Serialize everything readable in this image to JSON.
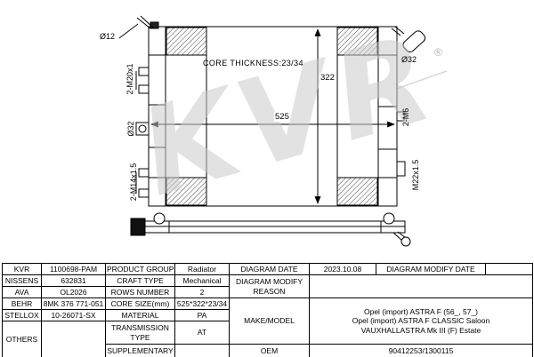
{
  "watermark": {
    "text": "KVR",
    "registered": "®"
  },
  "diagram": {
    "core_thickness": "CORE THICKNESS:23/34",
    "dim_width": "525",
    "dim_height": "322",
    "port_top_left": "Ø12",
    "port_left_upper": "2-M20x1",
    "port_left_mid": "Ø32",
    "port_left_lower": "2-M14x1.5",
    "port_top_right": "Ø32",
    "port_right_mid": "2-M6",
    "port_right_lower": "M22x1.5"
  },
  "table": {
    "brands": [
      {
        "name": "KVR",
        "code": "1100698-PAM"
      },
      {
        "name": "NISSENS",
        "code": "632831"
      },
      {
        "name": "AVA",
        "code": "OL2026"
      },
      {
        "name": "BEHR",
        "code": "8MK 376 771-051"
      },
      {
        "name": "STELLOX",
        "code": "10-26071-SX"
      },
      {
        "name": "OTHERS",
        "code": ""
      }
    ],
    "specs": [
      {
        "label": "PRODUCT GROUP",
        "value": "Radiator"
      },
      {
        "label": "CRAFT TYPE",
        "value": "Mechanical"
      },
      {
        "label": "ROWS NUMBER",
        "value": "2"
      },
      {
        "label": "CORE SIZE(mm)",
        "value": "525*322*23/34"
      },
      {
        "label": "MATERIAL",
        "value": "PA"
      },
      {
        "label": "TRANSMISSION TYPE",
        "value": "AT"
      },
      {
        "label": "SUPPLEMENTARY",
        "value": ""
      }
    ],
    "right": {
      "diagram_date_label": "DIAGRAM DATE",
      "diagram_date": "2023.10.08",
      "diagram_modify_date_label": "DIAGRAM MODIFY DATE",
      "diagram_modify_date": "",
      "diagram_modify_reason_label": "DIAGRAM MODIFY REASON",
      "diagram_modify_reason": "",
      "make_model_label": "MAKE/MODEL",
      "make_model_lines": [
        "Opel (import) ASTRA F (56_, 57_)",
        "Opel (import) ASTRA F CLASSIC Saloon",
        "VAUXHALLASTRA Mk III (F) Estate"
      ],
      "oem_label": "OEM",
      "oem_value": "90412253/1300115"
    }
  }
}
